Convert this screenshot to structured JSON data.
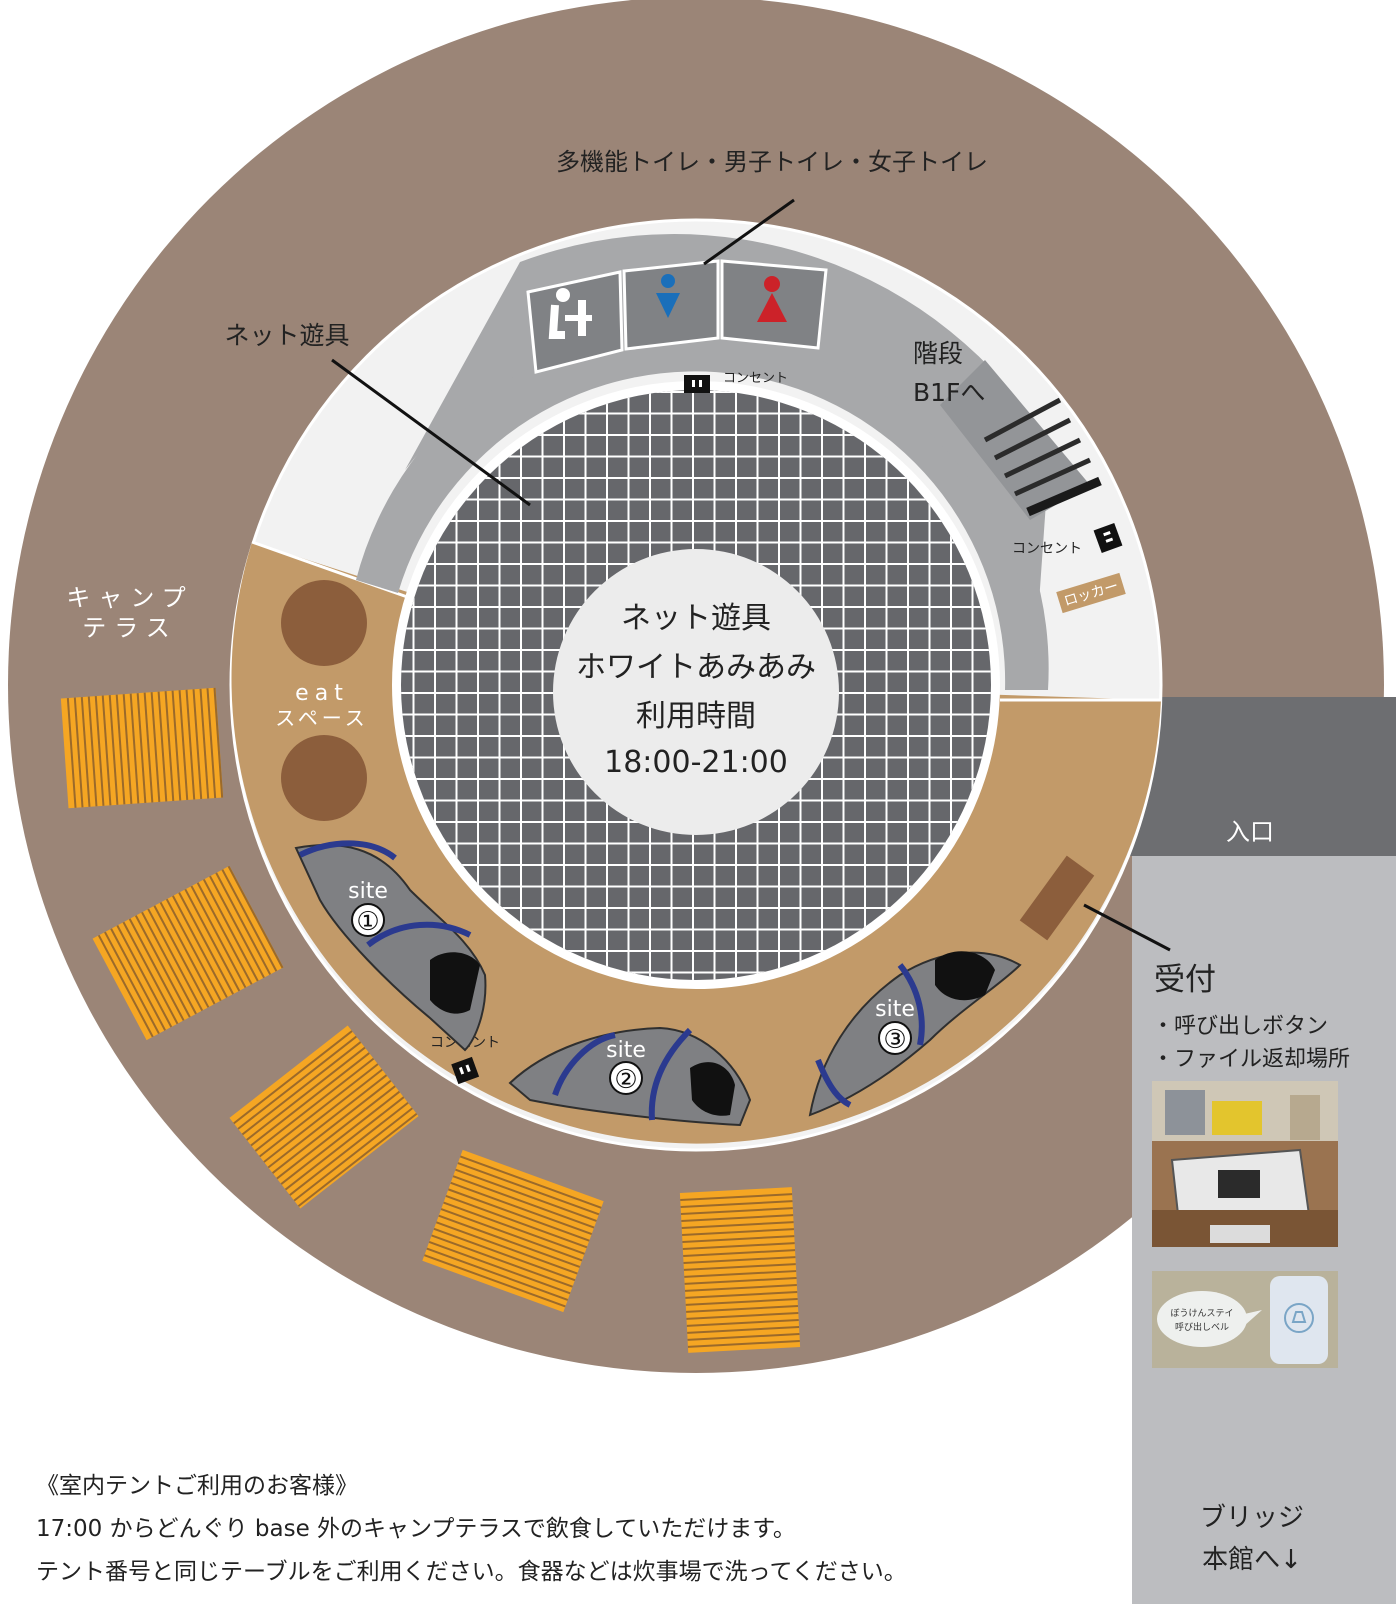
{
  "labels": {
    "toilets": "多機能トイレ・男子トイレ・女子トイレ",
    "net_play": "ネット遊具",
    "stairs_line1": "階段",
    "stairs_line2": "B1Fへ",
    "outlet": "コンセント",
    "locker": "ロッカー",
    "camp_terrace_line1": "キャンプ",
    "camp_terrace_line2": "テラス",
    "eat_line1": "eat",
    "eat_line2": "スペース",
    "entrance": "入口",
    "reception": "受付",
    "reception_item1": "・呼び出しボタン",
    "reception_item2": "・ファイル返却場所",
    "site": "site",
    "site1_num": "①",
    "site2_num": "②",
    "site3_num": "③"
  },
  "center": {
    "line1": "ネット遊具",
    "line2": "ホワイトあみあみ",
    "line3": "利用時間",
    "line4": "18:00-21:00"
  },
  "photo_bell": {
    "bubble_line1": "ぼうけんステイ",
    "bubble_line2": "呼び出しベル"
  },
  "bridge": {
    "line1": "ブリッジ",
    "line2": "本館へ↓"
  },
  "notes": {
    "title": "《室内テントご利用のお客様》",
    "line1": "17:00 からどんぐり base 外のキャンプテラスで飲食していただけます。",
    "line2": "テント番号と同じテーブルをご利用ください。食器などは炊事場で洗ってください。"
  },
  "colors": {
    "outer_ring": "#9b8577",
    "inner_ring": "#a7a8aa",
    "tan_area": "#c29a69",
    "net_grid": "#66676b",
    "orange_table": "#f5a623",
    "entrance": "#6d6e71",
    "bridge": "#bcbdc0",
    "male_blue": "#1a6fba",
    "female_red": "#cc2229",
    "table_brown": "#8c5e3c"
  }
}
